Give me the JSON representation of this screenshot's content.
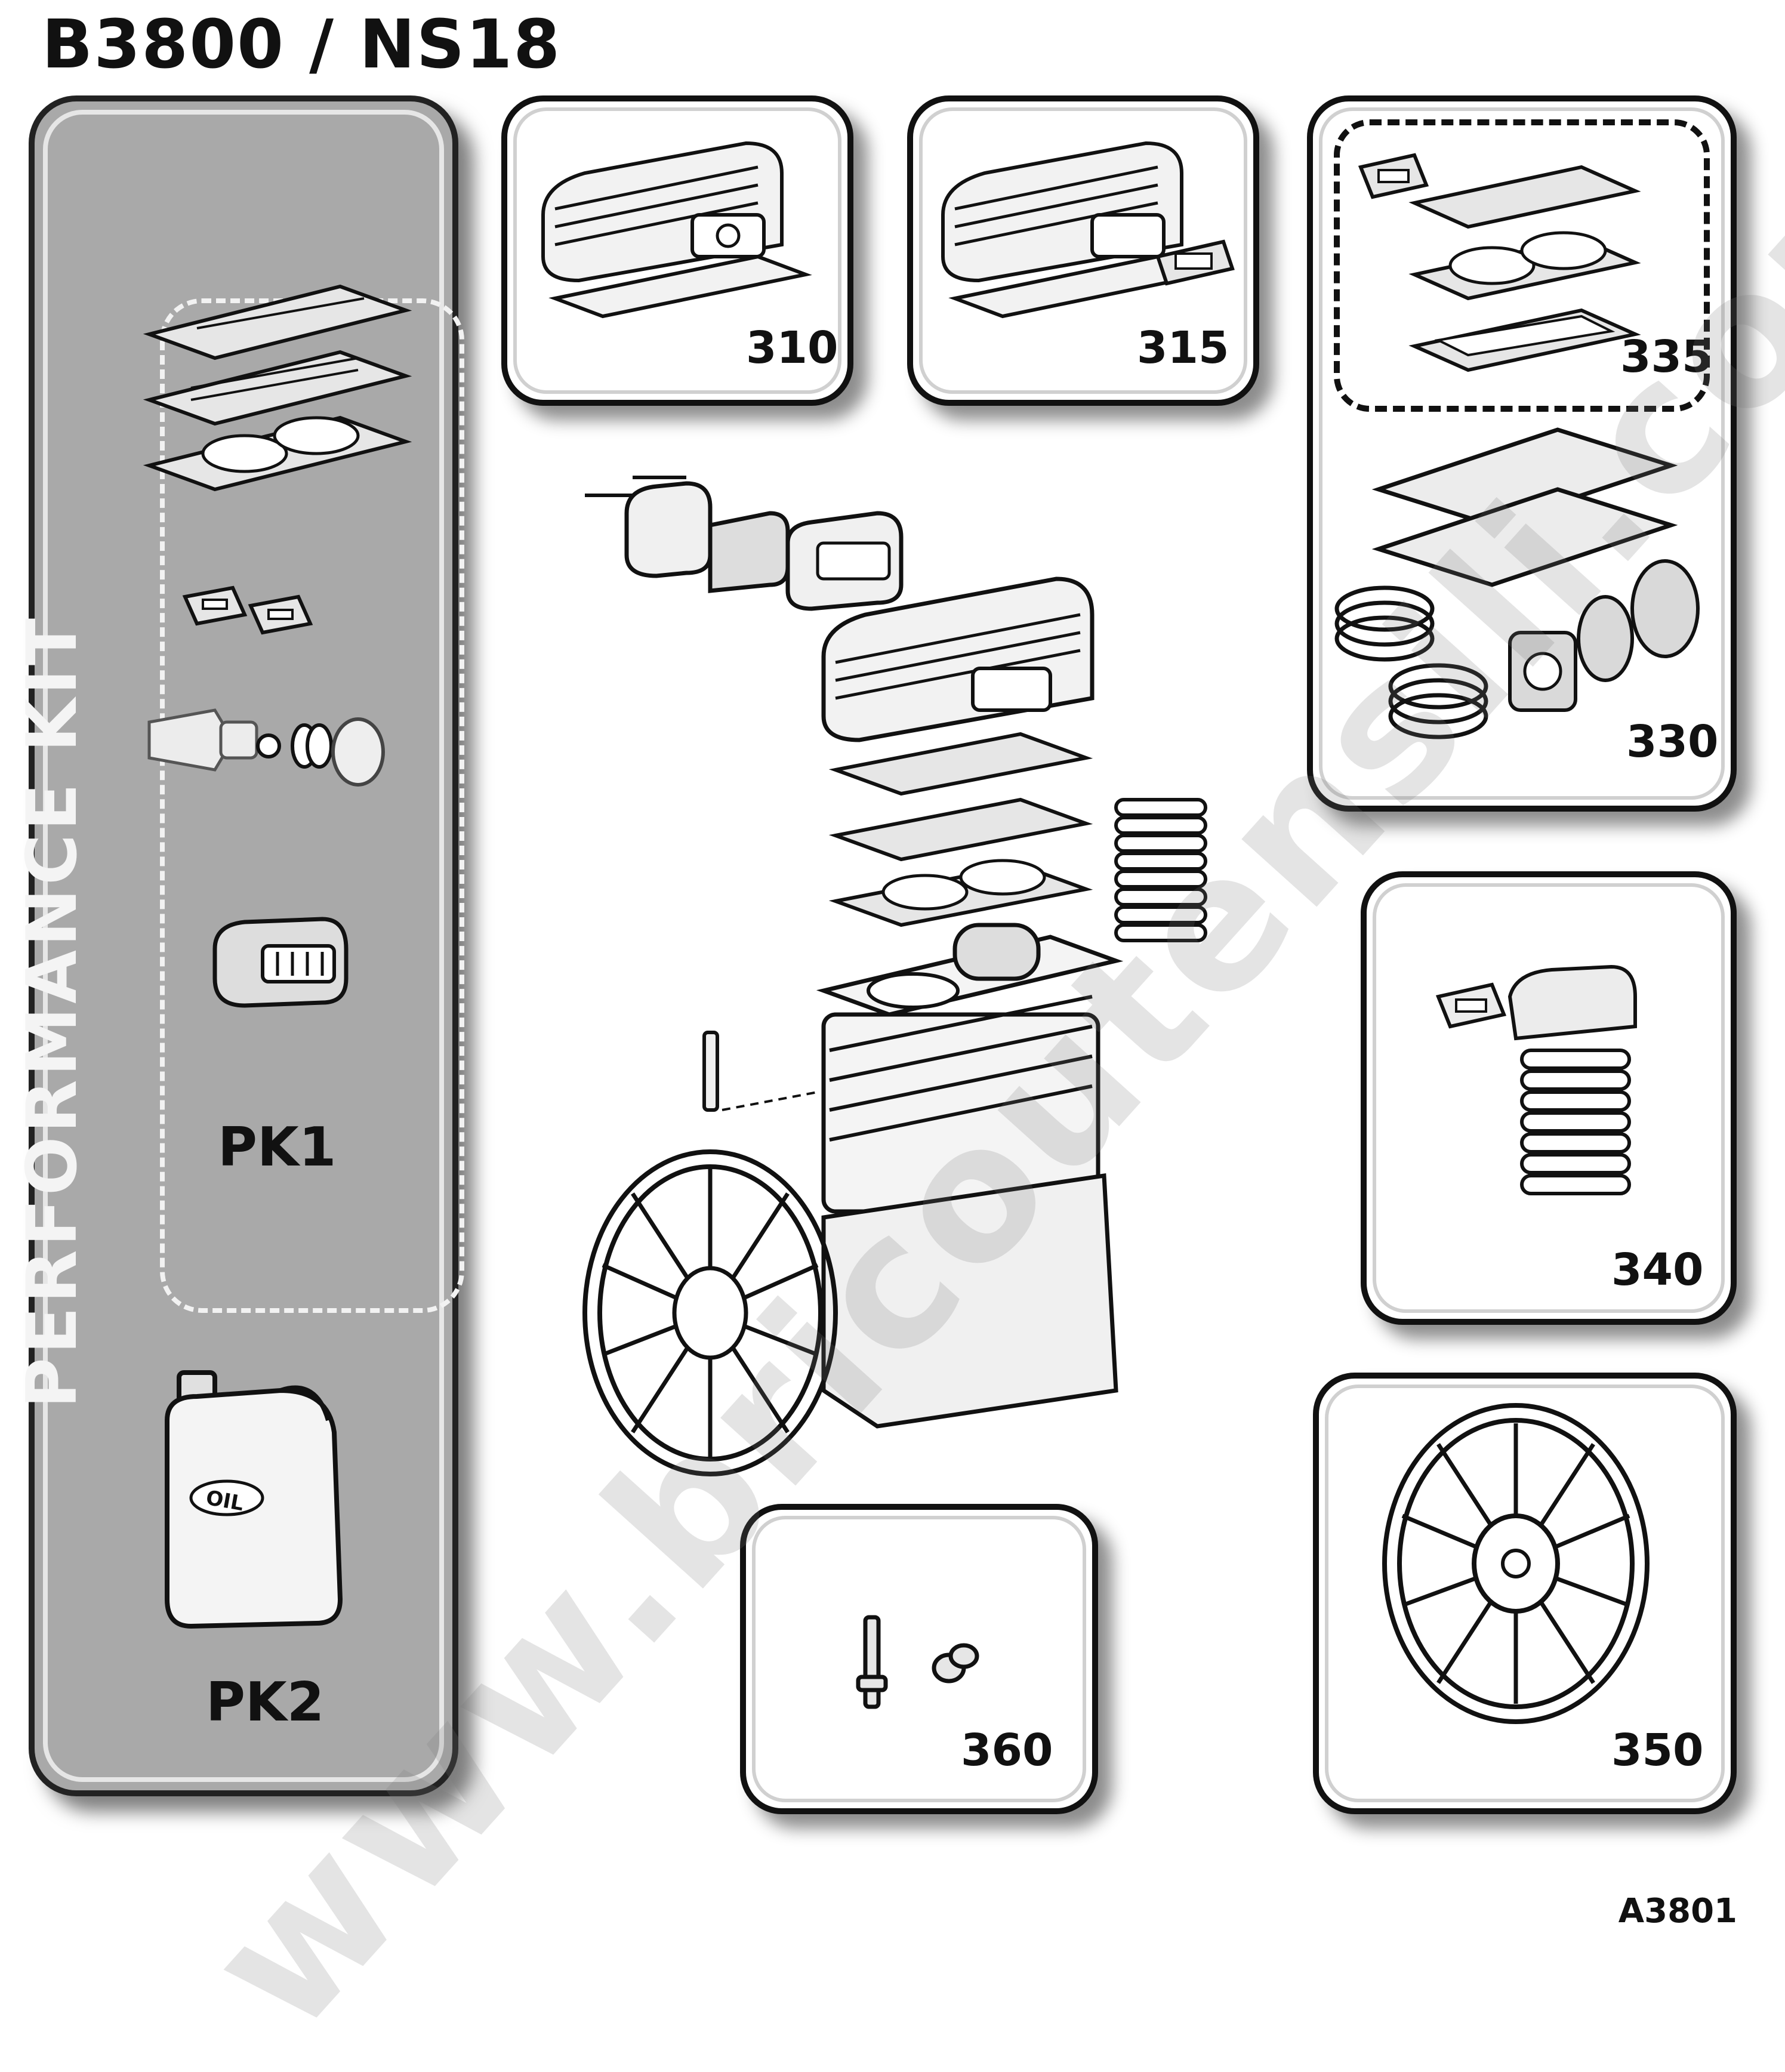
{
  "title": "B3800 / NS18",
  "performance_kit": {
    "side_label": "PERFORMANCE  KIT",
    "pk1_label": "PK1",
    "pk2_label": "PK2",
    "oil_label": "OIL"
  },
  "panels": {
    "p310": "310",
    "p315": "315",
    "p335": "335",
    "p330": "330",
    "p340": "340",
    "p350": "350",
    "p360": "360"
  },
  "drawing_code": "A3801",
  "watermark": "www.bricoutensili.com"
}
